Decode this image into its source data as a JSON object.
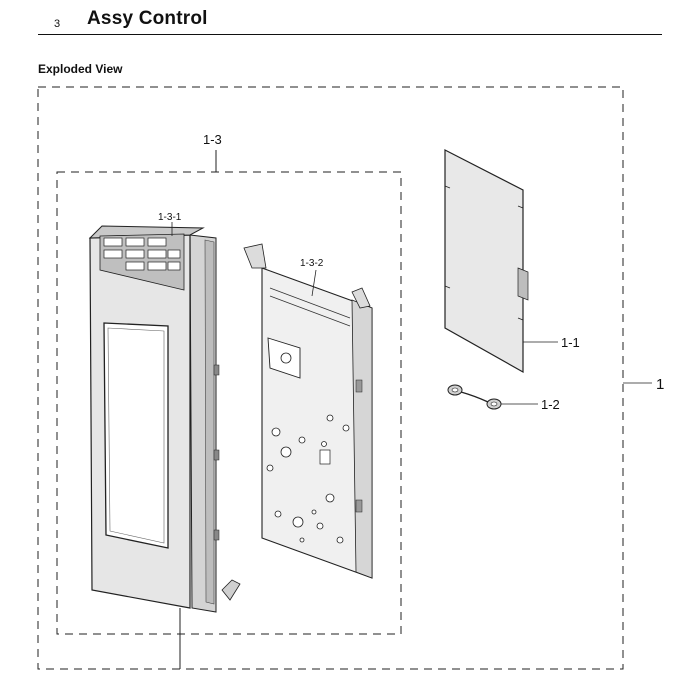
{
  "header": {
    "section_number": "3",
    "title": "Assy Control"
  },
  "subtitle": "Exploded View",
  "callouts": {
    "assy_control": "1",
    "part_1_1": "1-1",
    "part_1_2": "1-2",
    "part_1_3": "1-3",
    "part_1_3_1": "1-3-1",
    "part_1_3_2": "1-3-2"
  }
}
